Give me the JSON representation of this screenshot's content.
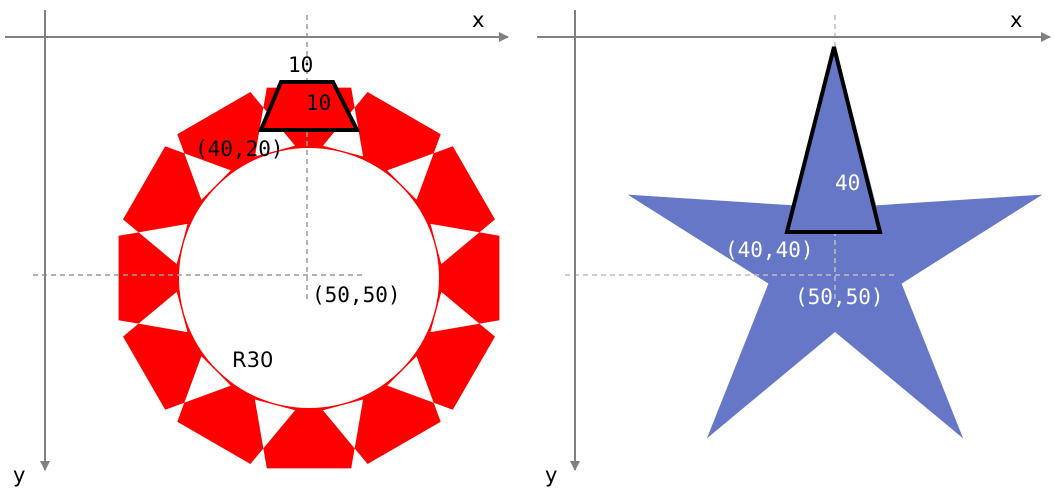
{
  "colors": {
    "gear_fill": "#ff0000",
    "star_fill": "#6677c8",
    "axis": "#808080",
    "guide": "#9a9a9a",
    "outline": "#000000",
    "text_dark": "#000000",
    "text_light": "#ffffff"
  },
  "left_panel": {
    "x_axis_label": "x",
    "y_axis_label": "y",
    "tooth_width_label": "10",
    "tooth_height_label": "10",
    "tooth_corner_label": "(40,20)",
    "center_label": "(50,50)",
    "radius_label": "R30",
    "tooth_count": 12
  },
  "right_panel": {
    "x_axis_label": "x",
    "y_axis_label": "y",
    "spike_height_label": "40",
    "spike_corner_label": "(40,40)",
    "center_label": "(50,50)",
    "star_points": 5
  }
}
